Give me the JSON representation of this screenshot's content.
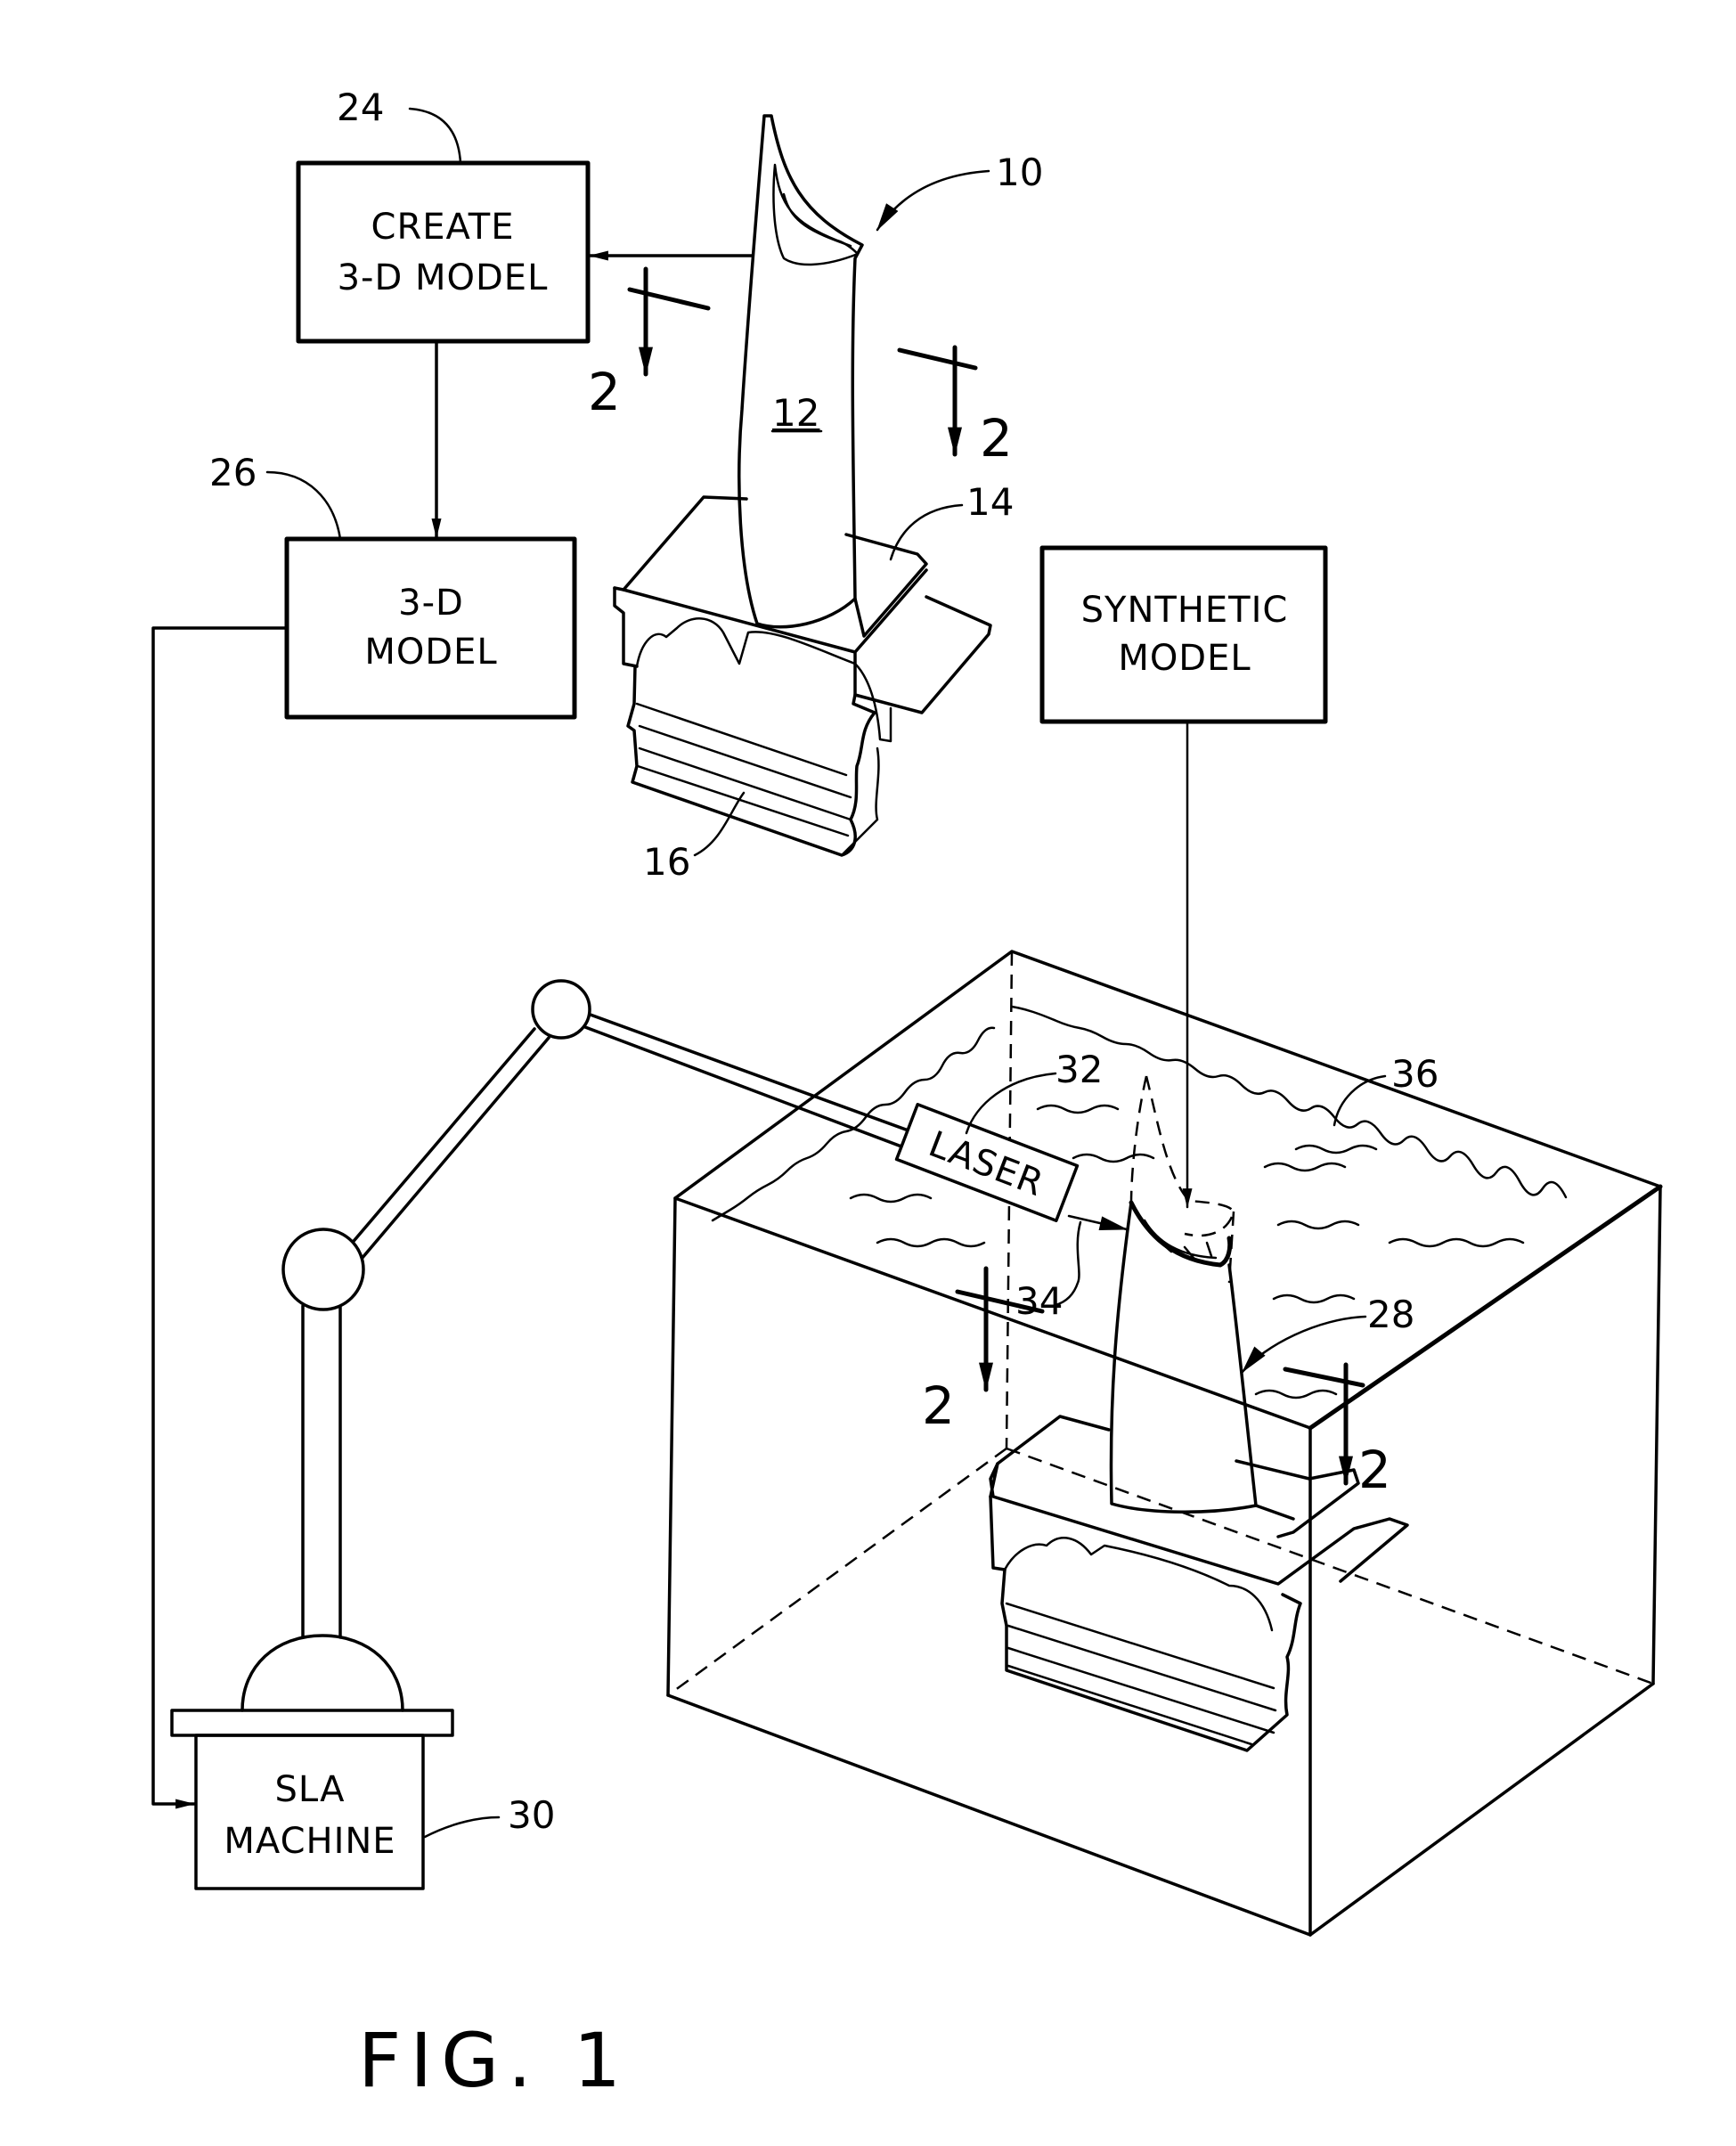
{
  "figure": {
    "title": "FIG. 1",
    "boxes": {
      "create_model": {
        "line1": "CREATE",
        "line2": "3-D MODEL",
        "ref": "24"
      },
      "model": {
        "line1": "3-D",
        "line2": "MODEL",
        "ref": "26"
      },
      "synthetic": {
        "line1": "SYNTHETIC",
        "line2": "MODEL"
      },
      "sla": {
        "line1": "SLA",
        "line2": "MACHINE",
        "ref": "30"
      },
      "laser": {
        "label": "LASER",
        "ref": "32"
      }
    },
    "refs": {
      "blade": "10",
      "airfoil": "12",
      "platform": "14",
      "dovetail": "16",
      "model_part": "28",
      "beam": "34",
      "resin_surface": "36"
    },
    "section_marks": [
      "2",
      "2",
      "2",
      "2"
    ]
  },
  "colors": {
    "ink": "#000000",
    "paper": "#ffffff"
  }
}
